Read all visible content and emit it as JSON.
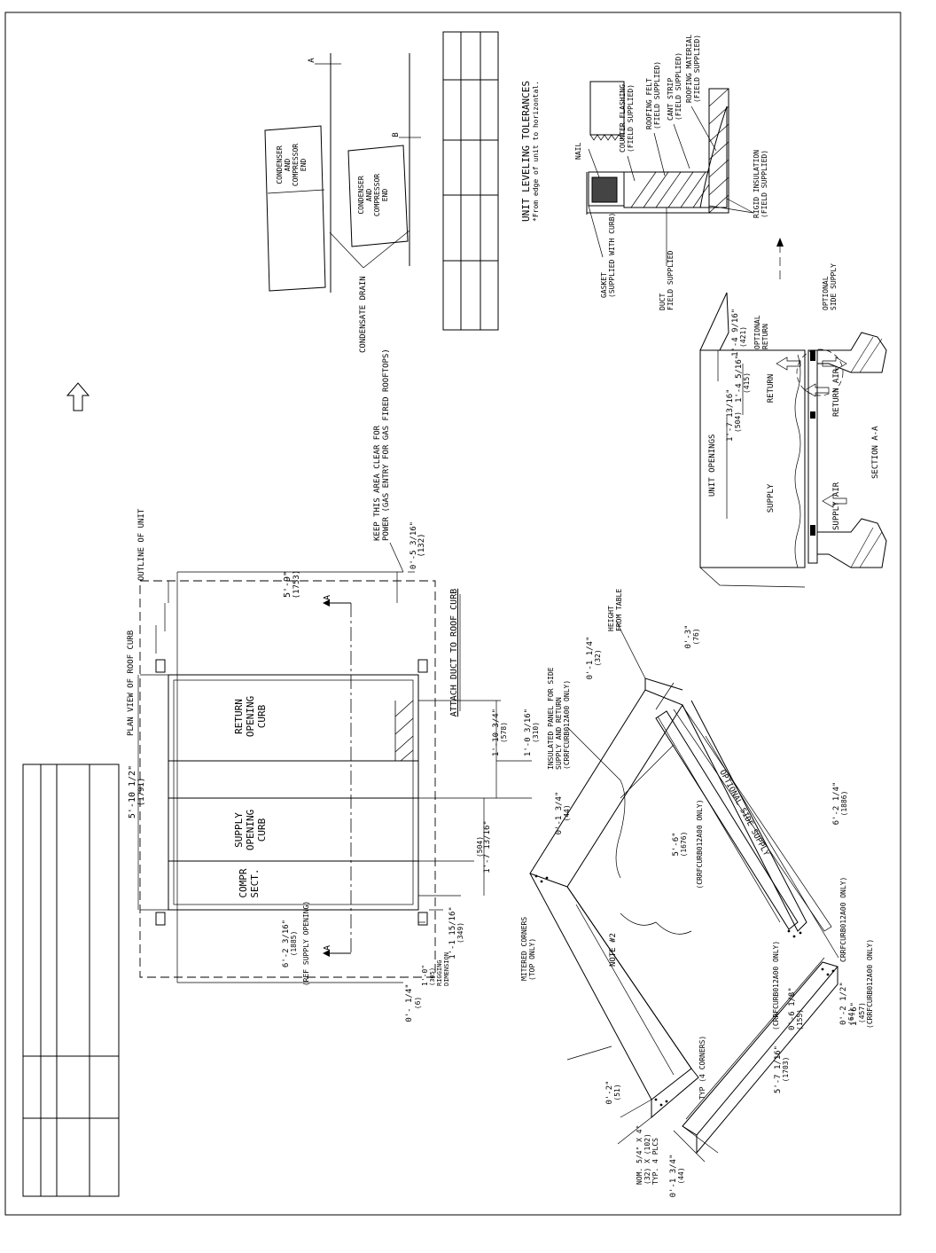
{
  "plan": {
    "title": "PLAN VIEW OF ROOF CURB",
    "outline": "OUTLINE OF UNIT",
    "return_curb": [
      "RETURN",
      "OPENING",
      "CURB"
    ],
    "supply_curb": [
      "SUPPLY",
      "OPENING",
      "CURB"
    ],
    "compr_sect": [
      "COMPR",
      "SECT."
    ],
    "section_mark_top": "A",
    "section_mark_bottom": "A",
    "dim_total_width": "5'-10 1/2\"",
    "dim_total_width_mm": "(1791)",
    "dim_5_9": "5'-9\"",
    "dim_5_9_mm": "(1753)",
    "dim_0_5_3_16": "0'-5 3/16\"",
    "dim_0_5_3_16_mm": "(132)",
    "dim_1_10_3_4": "1'-10 3/4\"",
    "dim_1_10_3_4_mm": "(578)",
    "dim_1_0_3_16": "1'-0 3/16\"",
    "dim_1_0_3_16_mm": "(310)",
    "dim_1_7_13_16": "1'-7 13/16\"",
    "dim_1_7_13_16_mm": "(504)",
    "dim_1_1_15_16": "1'-1 15/16\"",
    "dim_1_1_15_16_mm": "(349)",
    "dim_1_0": "1'-0\"",
    "dim_1_0_mm": "(305)",
    "rigging": [
      "RIGGING",
      "DIMENSION"
    ],
    "dim_0_1_4": "0'- 1/4\"",
    "dim_0_1_4_mm": "(6)",
    "dim_6_2_3_16": "6'-2 3/16\"",
    "dim_6_2_3_16_mm": "(1885)",
    "ref_supply": "(REF SUPPLY OPENING)",
    "keep_clear_1": "KEEP THIS AREA CLEAR FOR",
    "keep_clear_2": "POWER (GAS ENTRY FOR GAS FIRED ROOFTOPS)",
    "attach_duct": "ATTACH DUCT TO ROOF CURB"
  },
  "leveling": {
    "title": "UNIT LEVELING TOLERANCES",
    "subtitle": "*From edge of unit to horizontal.",
    "box_text": [
      "CONDENSER",
      "AND",
      "COMPRESSOR",
      "END"
    ],
    "mark_a": "A",
    "mark_b": "B",
    "condensate": "CONDENSATE DRAIN"
  },
  "flashing": {
    "nail": "NAIL",
    "counter_flashing": [
      "COUNTER FLASHING",
      "(FIELD SUPPLIED)"
    ],
    "roofing_felt": [
      "ROOFING FELT",
      "(FIELD SUPPLIED)"
    ],
    "cant_strip": [
      "CANT STRIP",
      "(FIELD SUPPLIED)"
    ],
    "roofing_material": [
      "ROOFING MATERIAL",
      "(FIELD SUPPLIED)"
    ],
    "rigid_insulation": [
      "RIGID INSULATION",
      "(FIELD SUPPLIED)"
    ],
    "gasket": [
      "GASKET",
      "(SUPPLIED WITH CURB)"
    ],
    "duct": [
      "DUCT",
      "FIELD SUPPLIED"
    ]
  },
  "section": {
    "title": "SECTION A-A",
    "unit_openings": "UNIT OPENINGS",
    "supply": "SUPPLY",
    "return": "RETURN",
    "supply_air": "SUPPLY AIR",
    "return_air": "RETURN AIR",
    "optional_return": [
      "OPTIONAL",
      "RETURN"
    ],
    "optional_side_supply": [
      "OPTIONAL",
      "SIDE SUPPLY"
    ],
    "dim_a": "1'-7 13/16\"",
    "dim_a_mm": "(504)",
    "dim_b": "1'-4 5/16\"",
    "dim_b_mm": "(415)",
    "dim_c": "1'-4 9/16\"",
    "dim_c_mm": "(421)"
  },
  "iso": {
    "insulated_panel": [
      "INSULATED PANEL FOR SIDE",
      "SUPPLY AND RETURN",
      "(CRRFCURB012A00 ONLY)"
    ],
    "dim_0_1_1_4": "0'-1 1/4\"",
    "dim_0_1_1_4_mm": "(32)",
    "height_table": [
      "HEIGHT",
      "FROM TABLE"
    ],
    "dim_0_3": "0'-3\"",
    "dim_0_3_mm": "(76)",
    "dim_0_1_3_4": "0'-1 3/4\"",
    "dim_0_1_3_4_mm": "(44)",
    "dim_5_6": "5'-6\"",
    "dim_5_6_mm": "(1676)",
    "dim_5_6_note": "(CRRFCURB012A00 ONLY)",
    "optional_side_supply": "OPTIONAL SIDE SUPPLY",
    "dim_6_2_1_4": "6'-2 1/4\"",
    "dim_6_2_1_4_mm": "(1886)",
    "dim_0_2_1_2": "0'-2 1/2\"",
    "dim_0_2_1_2_note": "CRRFCURB012A00 ONLY)",
    "dim_0_2_1_2_mm": "(64)",
    "note2": "NOTE #2",
    "mitered": [
      "MITERED CORNERS",
      "(TOP ONLY)"
    ],
    "dim_0_6_1_8": "0'-6 1/8\"",
    "dim_0_6_1_8_mm": "(155)",
    "dim_0_6_1_8_note": "(CRRFCURB012A00 ONLY)",
    "dim_1_6": "1'-6\"",
    "dim_1_6_mm": "(457)",
    "dim_1_6_note": "(CRRFCURB012A00 ONLY)",
    "typ_corners": "TYP (4 CORNERS)",
    "dim_0_2": "0'-2\"",
    "dim_0_2_mm": "(51)",
    "nom": [
      "NOM. 5/4\" X 4\"",
      "(32) X (102)",
      "TYP. 4 PLCS"
    ],
    "dim_0_1_3_4b": "0'-1 3/4\"",
    "dim_0_1_3_4b_mm": "(44)",
    "dim_5_7_1_16": "5'-7 1/16\"",
    "dim_5_7_1_16_mm": "(1703)"
  }
}
